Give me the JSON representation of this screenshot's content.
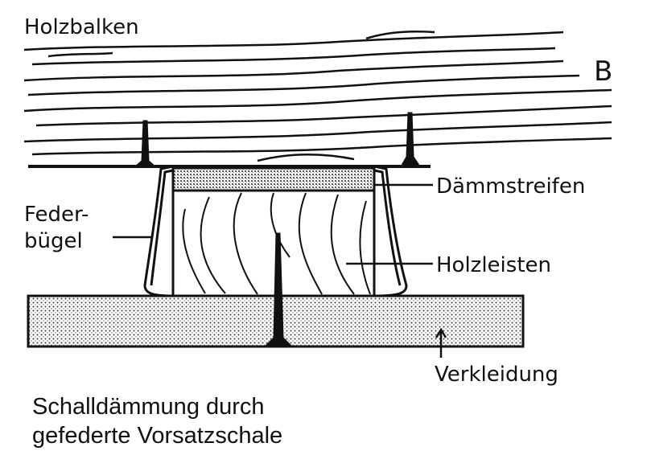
{
  "diagram": {
    "panel_letter": "B",
    "labels": {
      "beam": "Holzbalken",
      "insulation_strip": "Dämmstreifen",
      "spring_bracket_line1": "Feder-",
      "spring_bracket_line2": "bügel",
      "battens": "Holzleisten",
      "cladding": "Verkleidung"
    },
    "caption": {
      "line1": "Schalldämmung durch",
      "line2": "gefederte Vorsatzschale"
    }
  }
}
